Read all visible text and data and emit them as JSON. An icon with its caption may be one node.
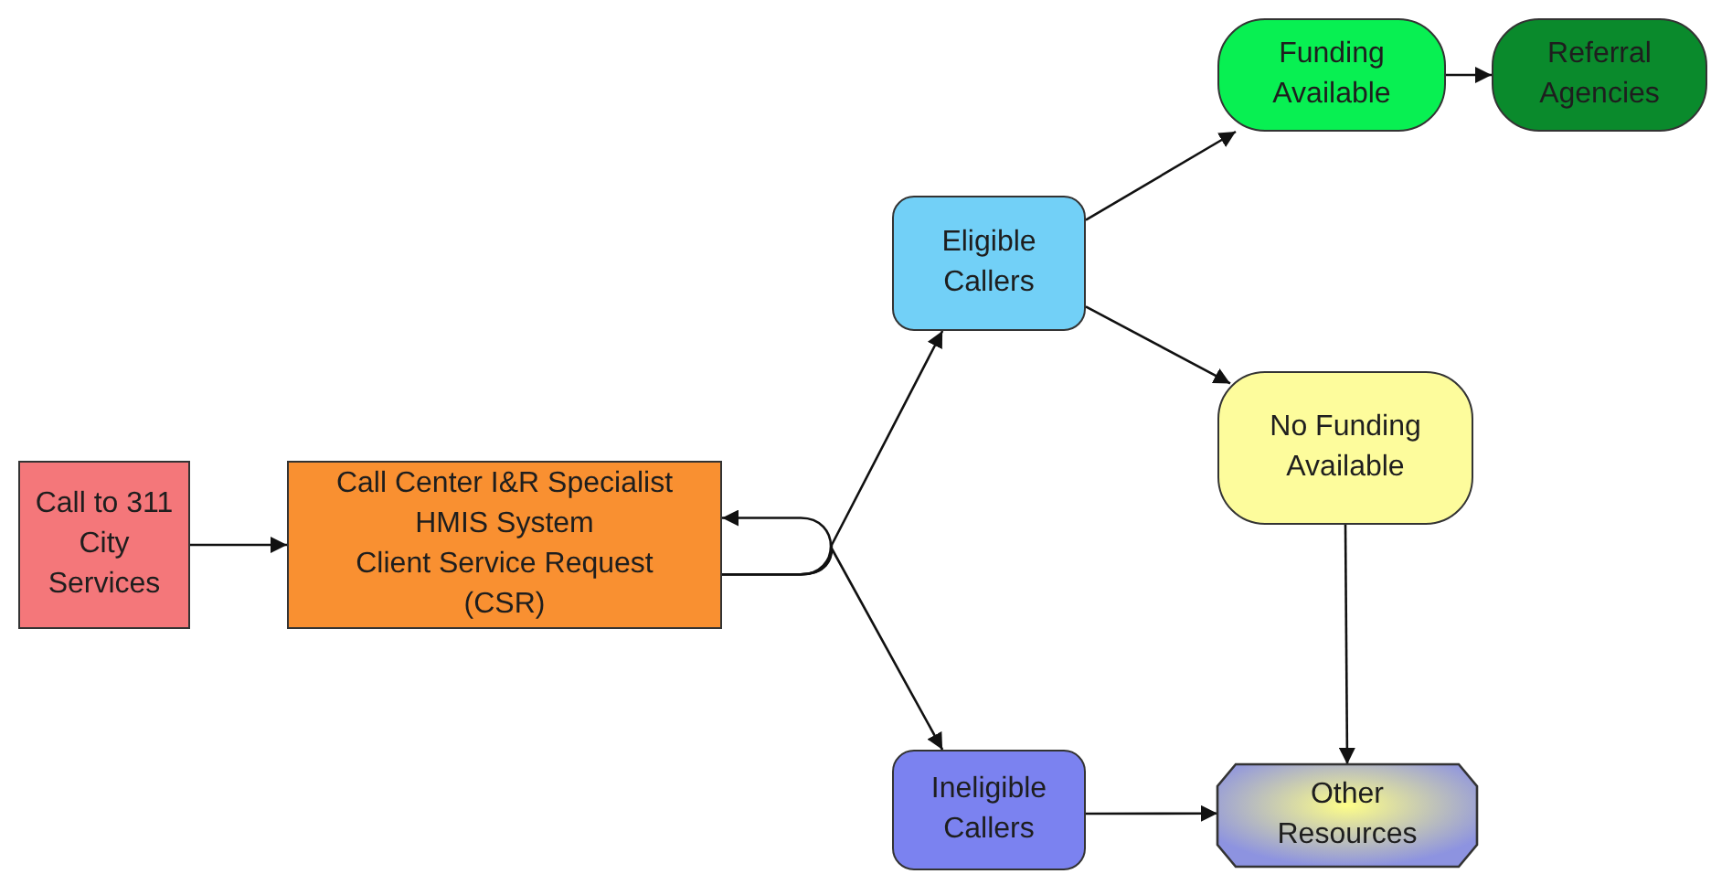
{
  "diagram": {
    "nodes": [
      {
        "text": [
          "Call to 311 City Services"
        ]
      },
      {
        "text": [
          "Call Center I&R Specialist",
          "HMIS System",
          "Client Service Request (CSR)"
        ]
      },
      {
        "text": [
          "Eligible Callers"
        ]
      },
      {
        "text": [
          "Funding Available"
        ]
      },
      {
        "text": [
          "Referral Agencies"
        ]
      },
      {
        "text": [
          "No Funding Available"
        ]
      },
      {
        "text": [
          "Ineligible Callers"
        ]
      },
      {
        "text": [
          "Other Resources"
        ]
      }
    ],
    "edges": [
      {
        "from": 0,
        "to": 1,
        "arrow": "to"
      },
      {
        "from": 1,
        "to": 2,
        "arrow": "to"
      },
      {
        "from": 1,
        "to": 6,
        "arrow": "to"
      },
      {
        "from": 1,
        "to": 1,
        "arrow": "to"
      },
      {
        "from": 2,
        "to": 3,
        "arrow": "to"
      },
      {
        "from": 2,
        "to": 5,
        "arrow": "to"
      },
      {
        "from": 3,
        "to": 4,
        "arrow": "to"
      },
      {
        "from": 5,
        "to": 7,
        "arrow": "to"
      },
      {
        "from": 6,
        "to": 7,
        "arrow": "to"
      }
    ]
  }
}
